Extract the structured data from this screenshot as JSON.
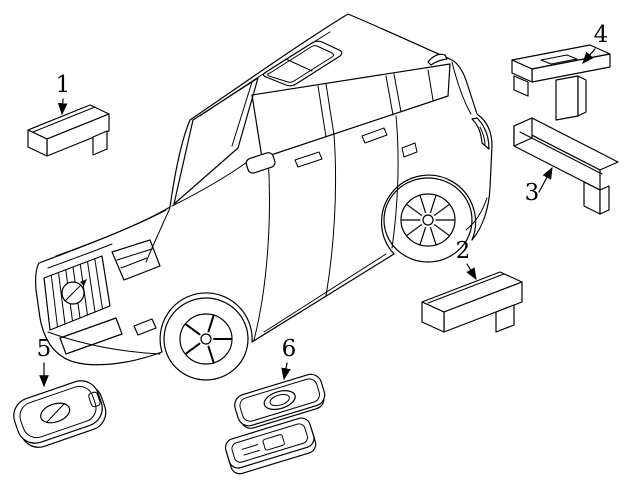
{
  "page": {
    "background_color": "#ffffff",
    "ink_color": "#000000"
  },
  "diagram": {
    "callouts": [
      {
        "label": "1"
      },
      {
        "label": "2"
      },
      {
        "label": "3"
      },
      {
        "label": "4"
      },
      {
        "label": "5"
      },
      {
        "label": "6"
      }
    ]
  }
}
